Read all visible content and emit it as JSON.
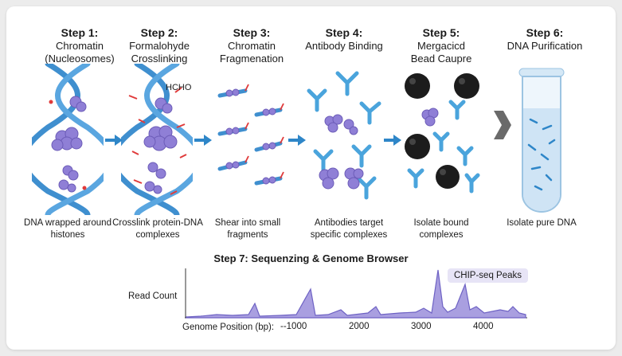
{
  "steps": [
    {
      "num": "Step 1:",
      "title": "Chromatin (Nucleosomes)",
      "caption": "DNA wrapped around histones"
    },
    {
      "num": "Step 2:",
      "title": "Formalohyde Crosslinking",
      "caption": "Crosslink protein-DNA complexes"
    },
    {
      "num": "Step 3:",
      "title": "Chromatin Fragmenation",
      "caption": "Shear into small fragments"
    },
    {
      "num": "Step 4:",
      "title": "Antibody Binding",
      "caption": "Antibodies target specific complexes"
    },
    {
      "num": "Step 5:",
      "title": "Mergacicd Bead Caupre",
      "caption": "Isolate bound complexes"
    },
    {
      "num": "Step 6:",
      "title": "DNA Purification",
      "caption": "Isolate pure DNA"
    }
  ],
  "hcho_label": "HCHO",
  "step7": {
    "title": "Step 7: Sequenzing & Genome Browser",
    "ylabel": "Read Count",
    "xlabel": "Genome Position (bp):",
    "peak_label": "CHIP-seq Peaks",
    "ticks": [
      "--1000",
      "2000",
      "3000",
      "4000"
    ]
  },
  "colors": {
    "dna": "#3f8fcf",
    "histone": "#8f7fd6",
    "crosslink": "#e03a3a",
    "antibody": "#4aa4dc",
    "bead": "#1c1c1c",
    "arrow": "#2e86c8",
    "track": "#6e62c4"
  }
}
